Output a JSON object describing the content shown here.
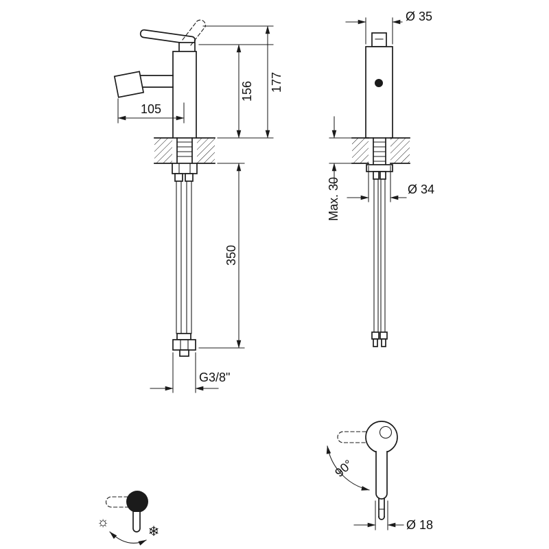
{
  "colors": {
    "line": "#1b1b1b",
    "background": "#ffffff"
  },
  "side_view": {
    "spout_reach": "105",
    "spout_height": "156",
    "total_height": "177",
    "hose_length": "350",
    "thread_label": "G3/8\""
  },
  "front_view": {
    "top_diameter": "Ø 35",
    "max_deck_thickness": "Max. 30",
    "hole_diameter": "Ø 34"
  },
  "handle_top_view": {
    "rotation_angle": "90°",
    "handle_diameter": "Ø 18"
  },
  "temperature_icon": {
    "hot_symbol": "☼",
    "cold_symbol": "❄"
  }
}
